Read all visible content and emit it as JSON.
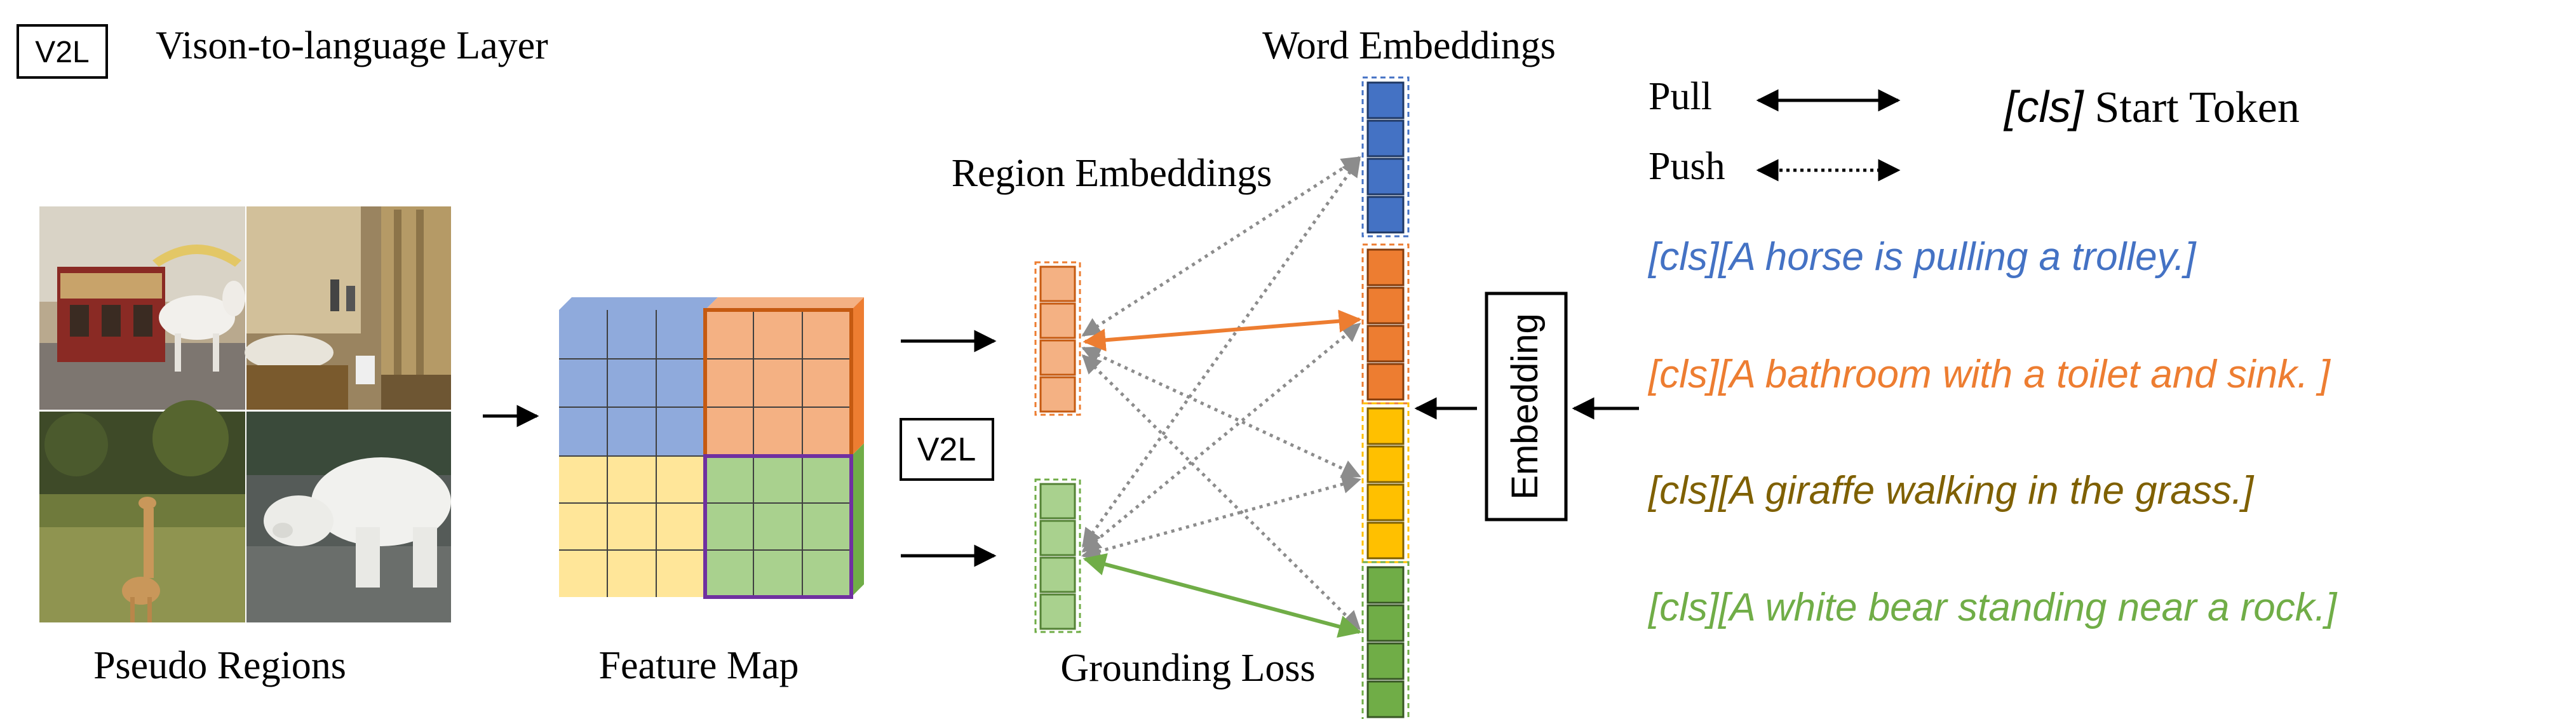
{
  "legend": {
    "v2l_box": "V2L",
    "v2l_desc": "Vison-to-language Layer",
    "pull_label": "Pull",
    "push_label": "Push",
    "cls_token": "[cls]",
    "start_token_label": "Start Token"
  },
  "labels": {
    "pseudo_regions": "Pseudo Regions",
    "feature_map": "Feature Map",
    "region_embeddings": "Region Embeddings",
    "word_embeddings": "Word Embeddings",
    "grounding_loss": "Grounding Loss",
    "v2l_mid": "V2L",
    "embedding": "Embedding"
  },
  "captions": [
    {
      "text": "[cls][A horse is pulling a trolley.]",
      "color": "#4472c4"
    },
    {
      "text": "[cls][A bathroom with a toilet and sink. ]",
      "color": "#ed7d31"
    },
    {
      "text": "[cls][A giraffe walking in the grass.]",
      "color": "#7f6000"
    },
    {
      "text": "[cls][A white bear standing near a rock.]",
      "color": "#70ad47"
    }
  ],
  "colors": {
    "blue": "#4472c4",
    "orange": "#ed7d31",
    "yellow": "#ffc000",
    "green": "#70ad47",
    "blue_light": "#8faadc",
    "orange_light": "#f4b183",
    "yellow_light": "#ffe699",
    "green_light": "#a9d18e",
    "purple": "#7030a0",
    "gray_arrow": "#8c8c8c"
  }
}
